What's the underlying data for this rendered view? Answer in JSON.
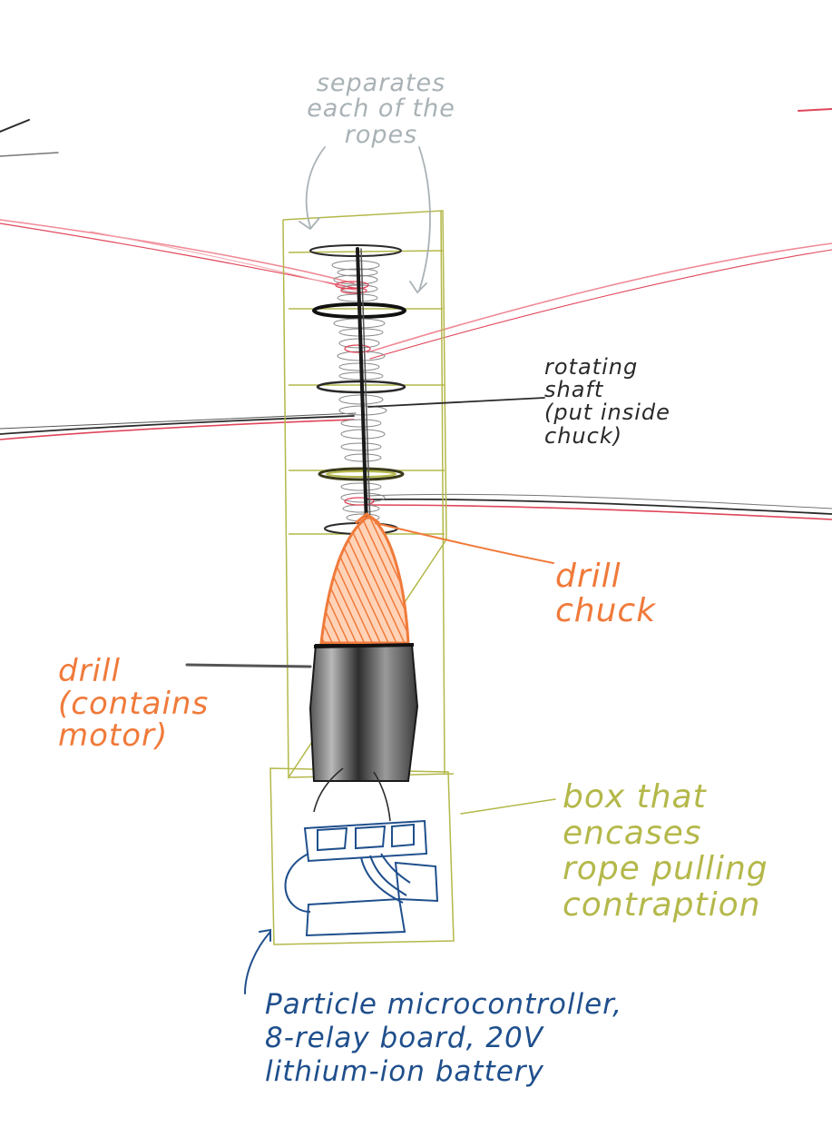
{
  "colors": {
    "rope_red": "#e0455a",
    "rope_pink": "#f08a96",
    "ink_black": "#2a2a2a",
    "shaft_gray": "#5a5a5a",
    "chuck_orange": "#f07a3a",
    "box_olive": "#b4b84a",
    "label_gray": "#a9b2b6",
    "electronics_blue": "#1f4f8c"
  },
  "labels": {
    "separates": "separates\neach of the\nropes",
    "shaft": "rotating\nshaft\n(put inside\nchuck)",
    "chuck": "drill\nchuck",
    "drill": "drill\n(contains\nmotor)",
    "box": "box that\nencases\nrope pulling\ncontraption",
    "electronics": "Particle microcontroller,\n8-relay board, 20V\nlithium-ion battery"
  }
}
